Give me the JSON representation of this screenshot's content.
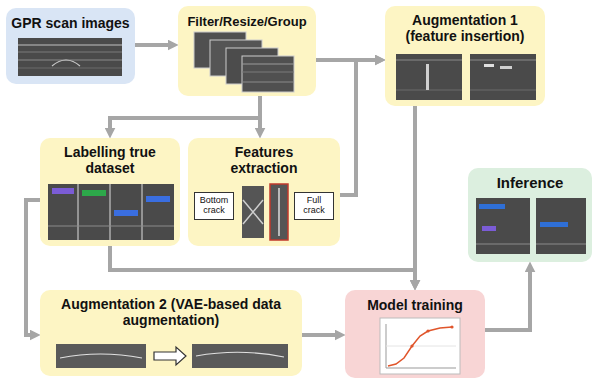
{
  "diagram": {
    "nodes": [
      {
        "text": [
          "GPR scan images"
        ]
      },
      {
        "text": [
          "Filter/Resize/Group"
        ]
      },
      {
        "text": [
          "Augmentation 1 (feature insertion)"
        ]
      },
      {
        "text": [
          "Labelling true dataset"
        ]
      },
      {
        "text": [
          "Features extraction"
        ]
      },
      {
        "text": [
          "Bottom crack"
        ],
        "in": 4
      },
      {
        "text": [
          "Full crack"
        ],
        "in": 4
      },
      {
        "text": [
          "Inference"
        ]
      },
      {
        "text": [
          "Augmentation 2 (VAE-based data augmentation)"
        ]
      },
      {
        "text": [
          "Model training"
        ]
      }
    ],
    "edges": [
      {
        "from": 0,
        "to": 1,
        "arrow": "to"
      },
      {
        "from": 1,
        "to": 3,
        "arrow": "to"
      },
      {
        "from": 1,
        "to": 4,
        "arrow": "to"
      },
      {
        "from": 1,
        "to": 2,
        "arrow": "to"
      },
      {
        "from": 4,
        "to": 2,
        "arrow": "to"
      },
      {
        "from": 2,
        "to": 9,
        "arrow": "to"
      },
      {
        "from": 3,
        "to": 9,
        "arrow": "to"
      },
      {
        "from": 3,
        "to": 8,
        "arrow": "to"
      },
      {
        "from": 8,
        "to": 9,
        "arrow": "to"
      },
      {
        "from": 9,
        "to": 7,
        "arrow": "to"
      }
    ]
  }
}
